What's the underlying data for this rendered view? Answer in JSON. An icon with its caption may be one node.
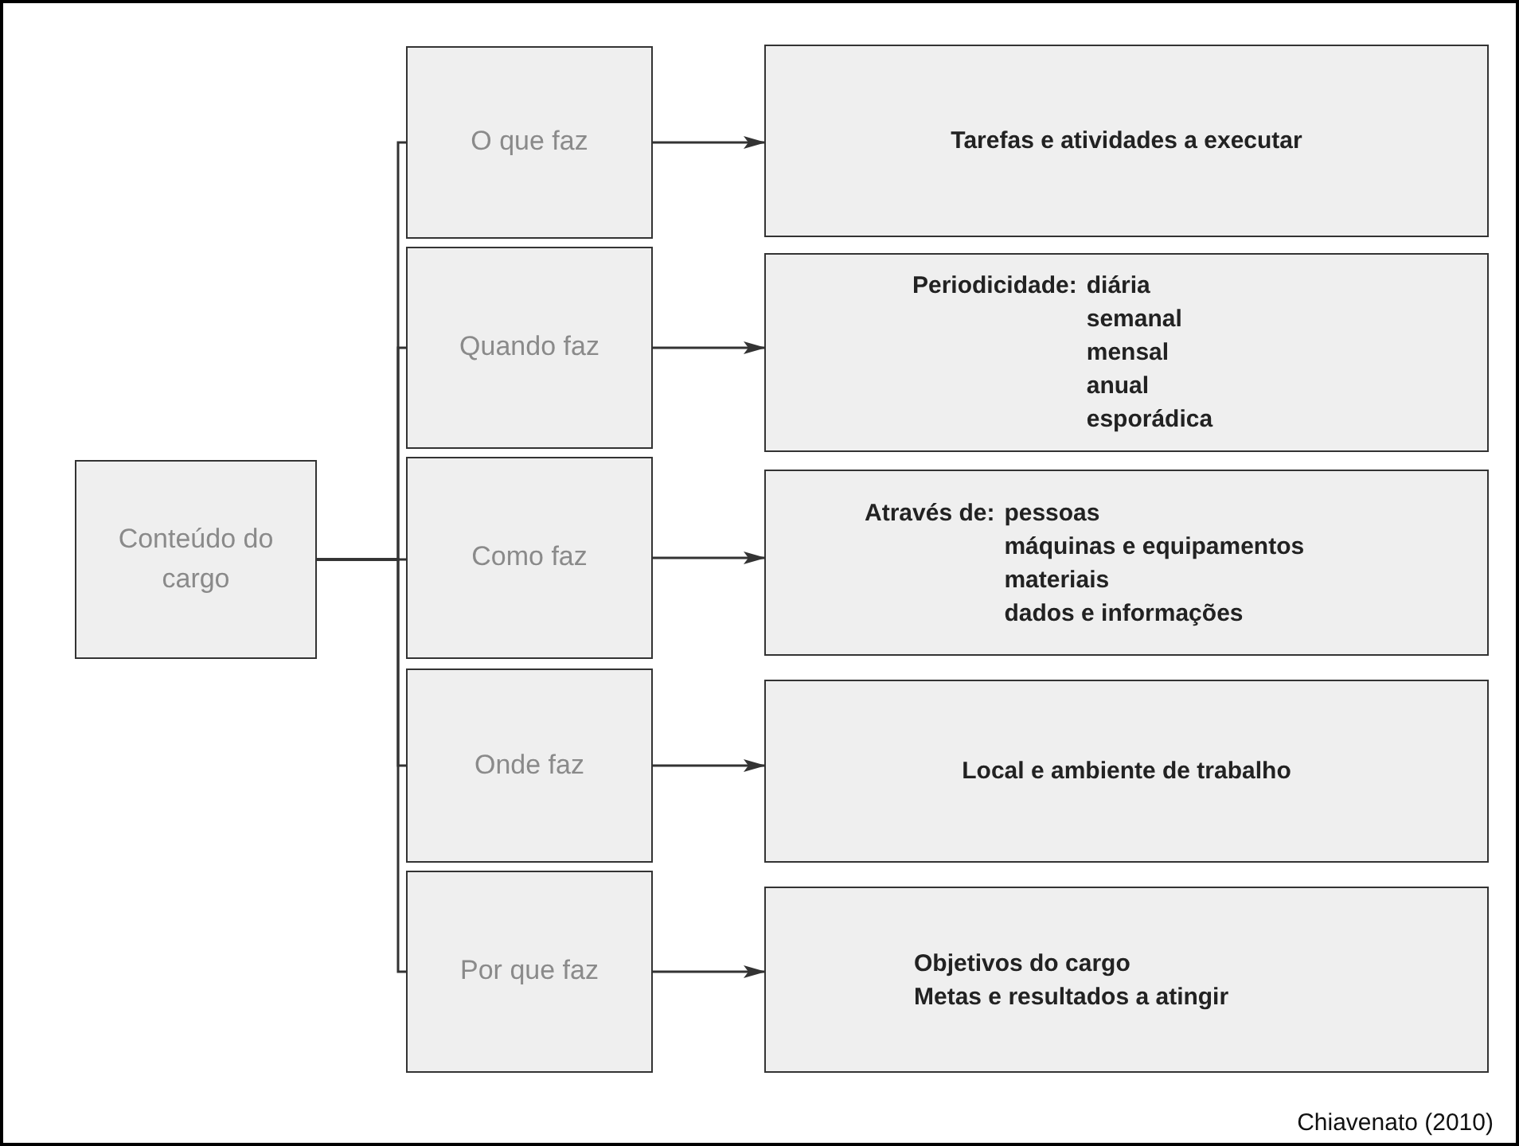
{
  "diagram": {
    "caption": "Chiavenato (2010)",
    "nodes": [
      {
        "text": [
          "Conteúdo do cargo"
        ]
      },
      {
        "text": [
          "O que faz"
        ]
      },
      {
        "text": [
          "Quando faz"
        ]
      },
      {
        "text": [
          "Como faz"
        ]
      },
      {
        "text": [
          "Onde faz"
        ]
      },
      {
        "text": [
          "Por que faz"
        ]
      },
      {
        "text": [
          "Tarefas e atividades a executar"
        ]
      },
      {
        "text": [
          "Periodicidade:",
          "diária",
          "semanal",
          "mensal",
          "anual",
          "esporádica"
        ]
      },
      {
        "text": [
          "Através de:",
          "pessoas",
          "máquinas e equipamentos",
          "materiais",
          "dados e informações"
        ]
      },
      {
        "text": [
          "Local e ambiente de trabalho"
        ]
      },
      {
        "text": [
          "Objetivos do cargo",
          "Metas e resultados a atingir"
        ]
      }
    ],
    "edges": [
      {
        "from": 0,
        "to": 1,
        "arrow": "none"
      },
      {
        "from": 0,
        "to": 2,
        "arrow": "none"
      },
      {
        "from": 0,
        "to": 3,
        "arrow": "none"
      },
      {
        "from": 0,
        "to": 4,
        "arrow": "none"
      },
      {
        "from": 0,
        "to": 5,
        "arrow": "none"
      },
      {
        "from": 1,
        "to": 6,
        "arrow": "to"
      },
      {
        "from": 2,
        "to": 7,
        "arrow": "to"
      },
      {
        "from": 3,
        "to": 8,
        "arrow": "to"
      },
      {
        "from": 4,
        "to": 9,
        "arrow": "to"
      },
      {
        "from": 5,
        "to": 10,
        "arrow": "to"
      }
    ]
  }
}
